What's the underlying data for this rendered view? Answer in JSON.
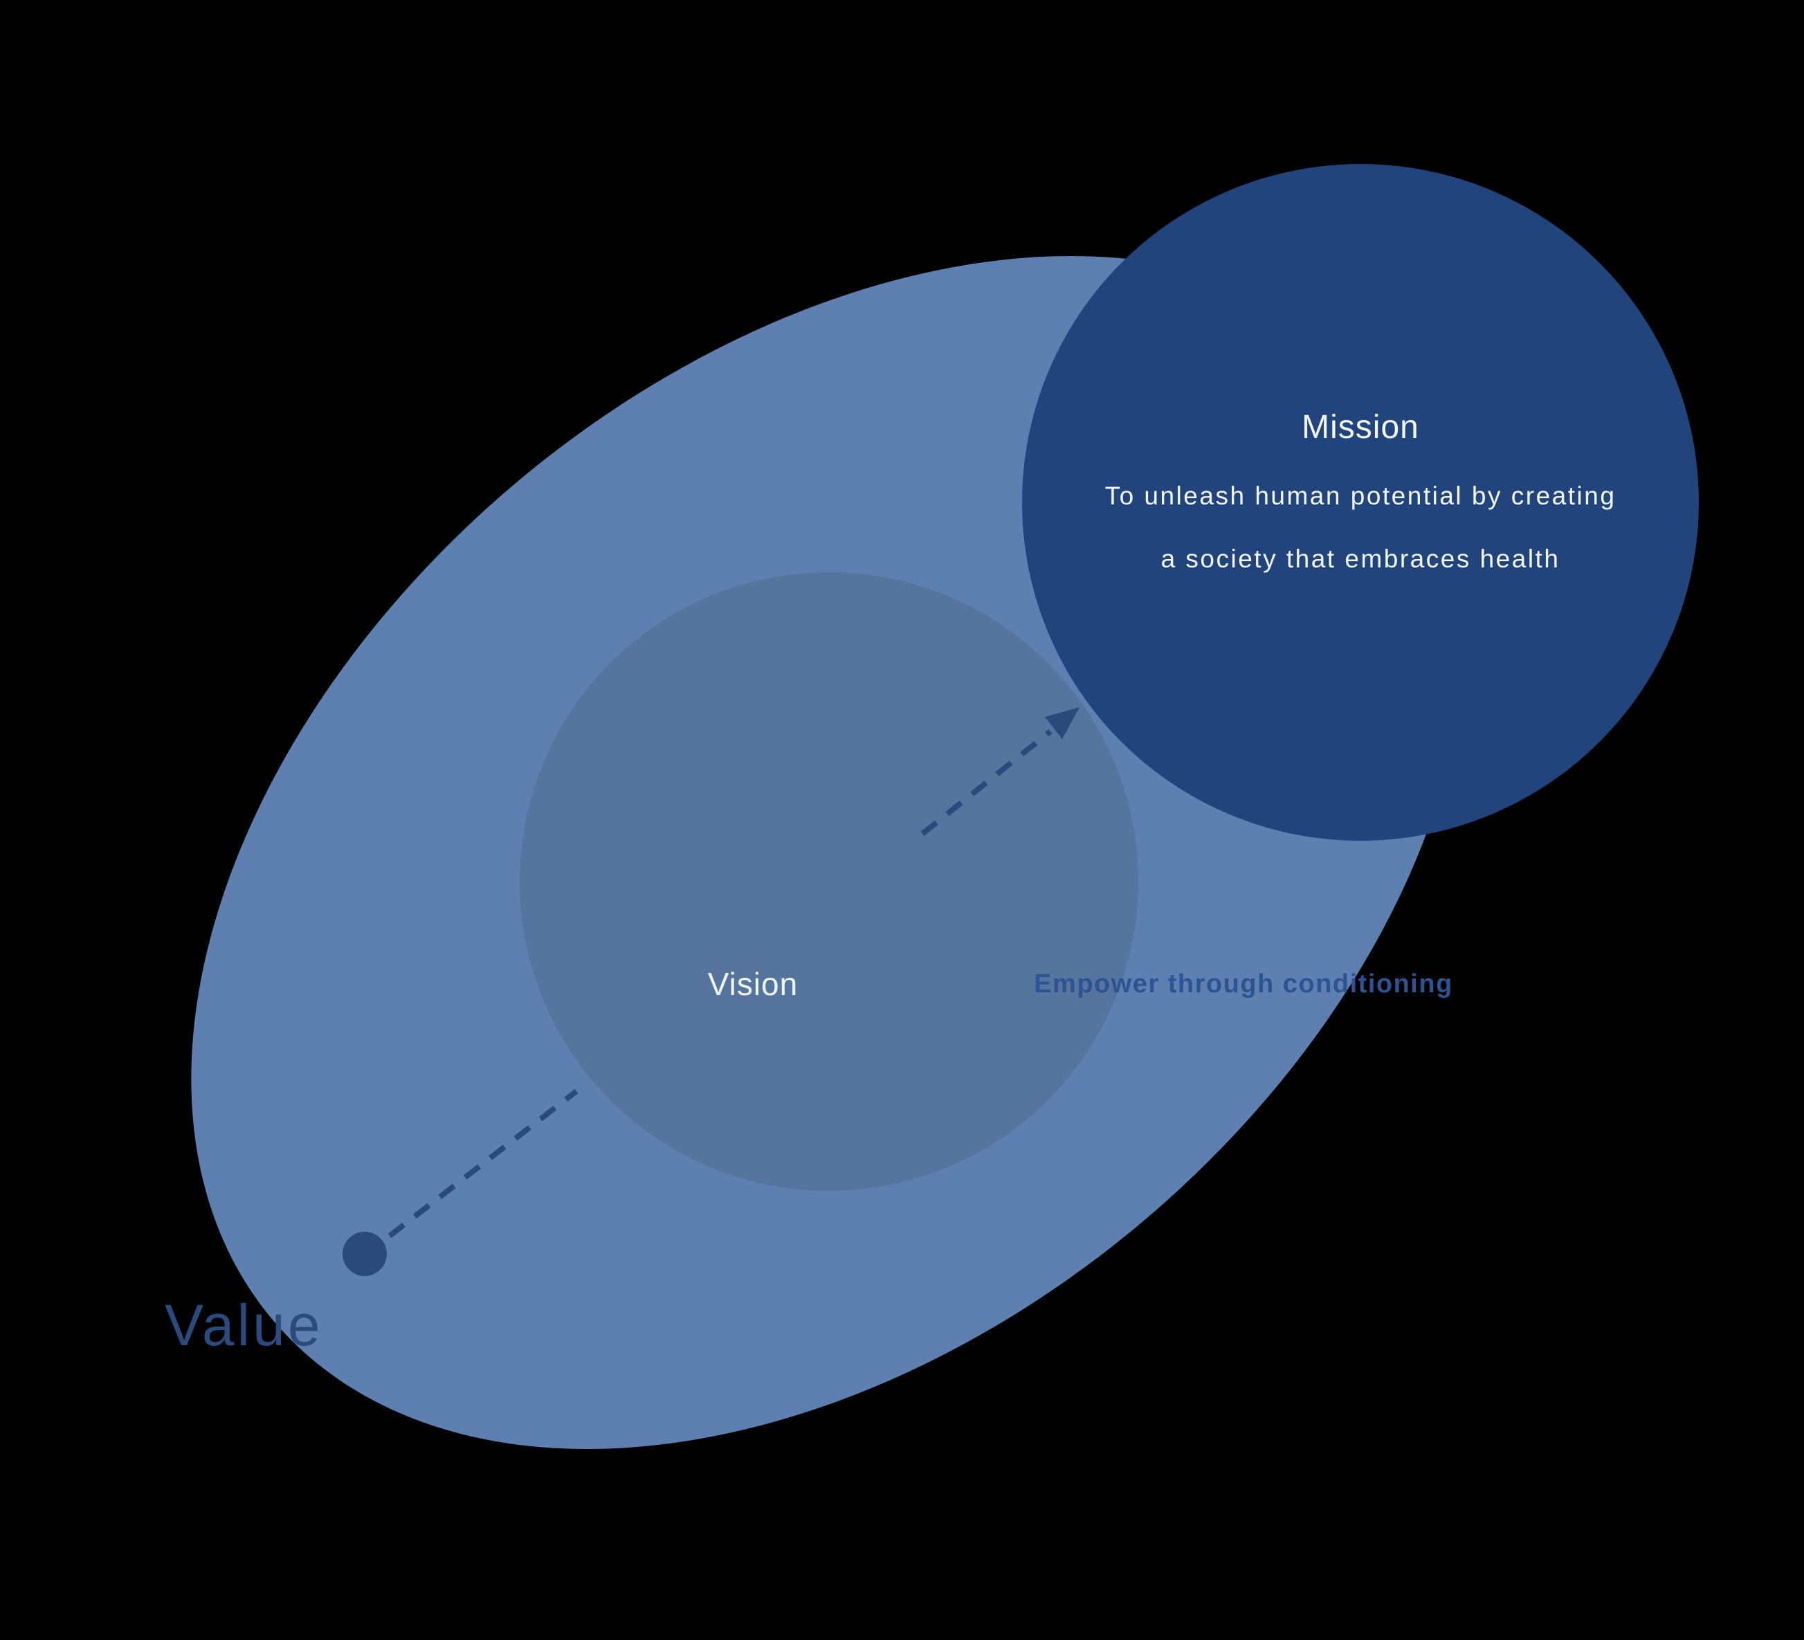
{
  "diagram": {
    "mission": {
      "title": "Mission",
      "line1": "To unleash human potential by creating",
      "line2": "a society that embraces health"
    },
    "vision_label": "Vision",
    "tagline": "Empower through conditioning",
    "value_label": "Value"
  },
  "colors": {
    "background": "#000000",
    "ellipse": "#5d80b1",
    "vision-circle": "#56759e",
    "mission": "#20447b",
    "mission-text": "#f2f6fb",
    "vision-text": "#eef3f9",
    "tagline-text": "#2d5492",
    "value-text": "#2b4b7e",
    "connector": "#2a4a7c"
  }
}
